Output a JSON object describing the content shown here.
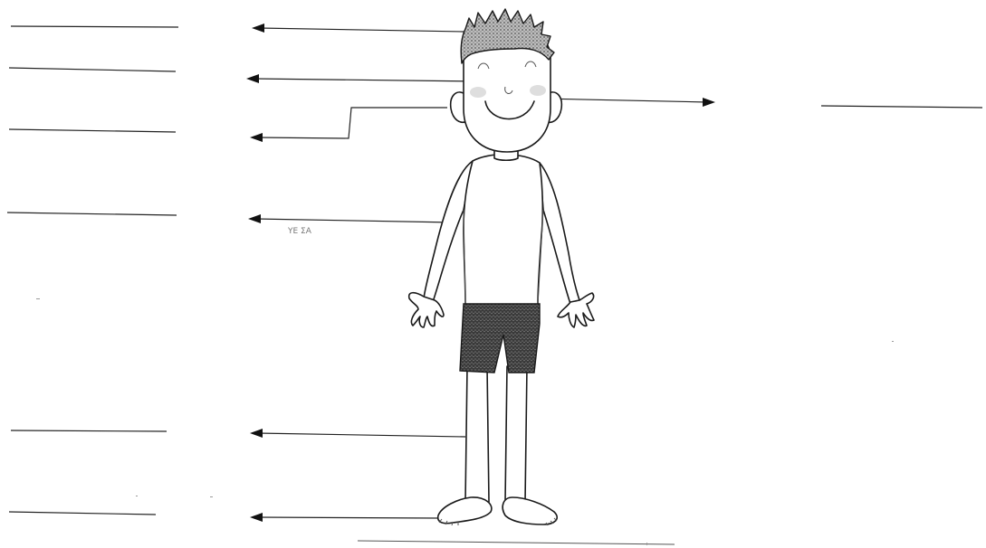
{
  "worksheet": {
    "labels": [
      {
        "id": "hair",
        "answer": ""
      },
      {
        "id": "eye",
        "answer": ""
      },
      {
        "id": "ear",
        "answer": ""
      },
      {
        "id": "arm",
        "answer": ""
      },
      {
        "id": "leg",
        "answer": ""
      },
      {
        "id": "foot",
        "answer": ""
      },
      {
        "id": "mouth",
        "answer": ""
      }
    ],
    "stray_mark": "ΥΕ ΣΑ"
  },
  "colors": {
    "ink": "#222222",
    "hair": "#8a8a8a",
    "shorts": "#3a3a3a"
  }
}
